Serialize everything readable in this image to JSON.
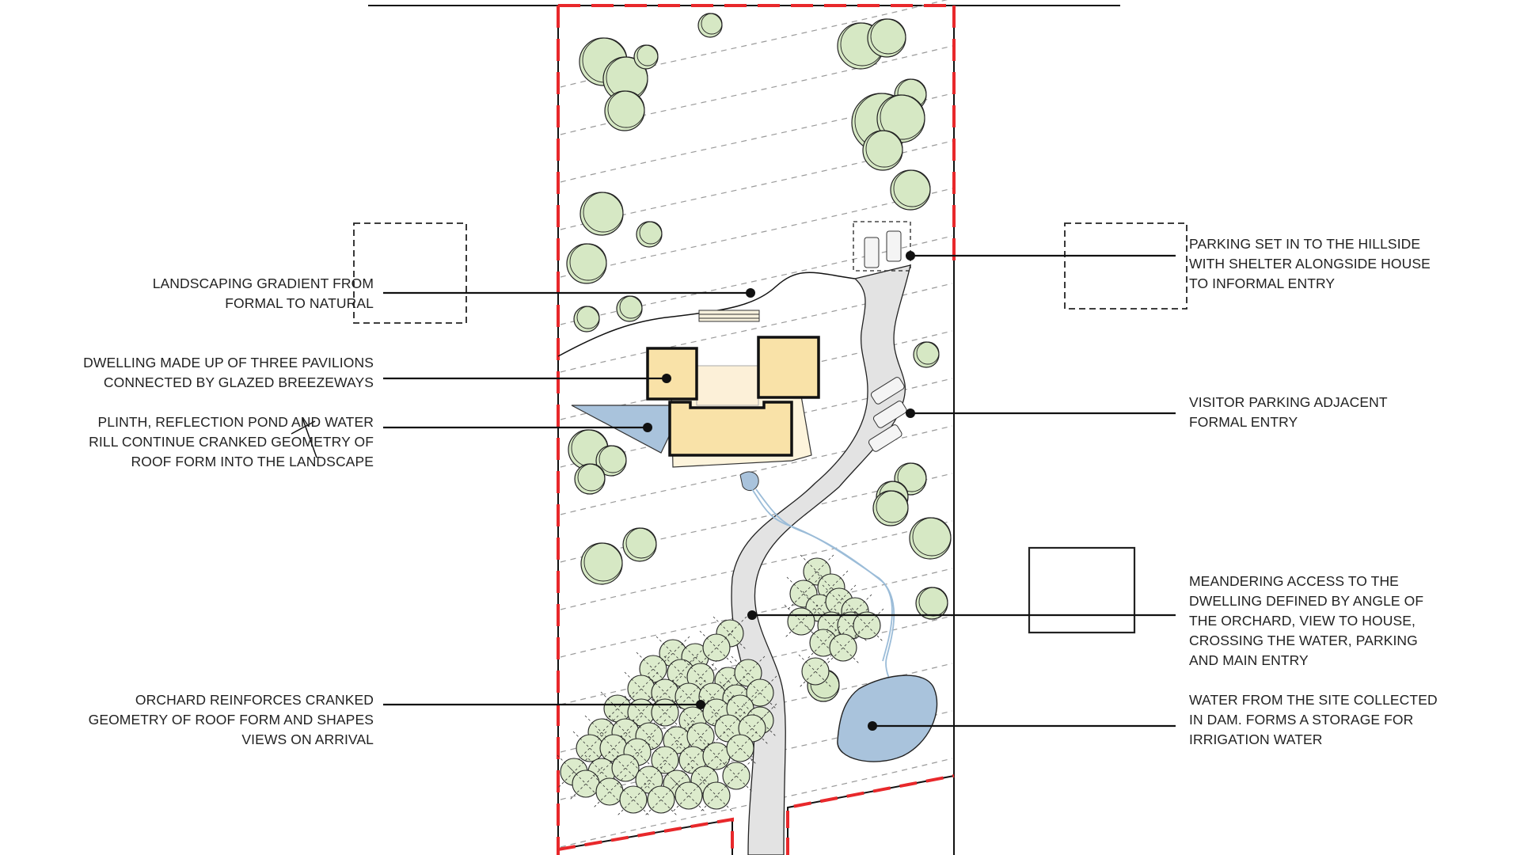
{
  "annotations": {
    "left": [
      {
        "id": "landscaping",
        "lines": [
          "LANDSCAPING GRADIENT FROM",
          "FORMAL TO  NATURAL"
        ]
      },
      {
        "id": "dwelling",
        "lines": [
          "DWELLING MADE UP OF THREE PAVILIONS",
          "CONNECTED BY GLAZED BREEZEWAYS"
        ]
      },
      {
        "id": "plinth",
        "lines": [
          "PLINTH, REFLECTION POND  AND WATER",
          "RILL CONTINUE CRANKED GEOMETRY OF",
          "ROOF FORM INTO THE LANDSCAPE"
        ]
      },
      {
        "id": "orchard",
        "lines": [
          "ORCHARD REINFORCES CRANKED",
          "GEOMETRY OF ROOF FORM AND SHAPES",
          "VIEWS ON ARRIVAL"
        ]
      }
    ],
    "right": [
      {
        "id": "parking",
        "lines": [
          "PARKING SET IN TO THE HILLSIDE",
          "WITH SHELTER ALONGSIDE HOUSE",
          "TO INFORMAL ENTRY"
        ]
      },
      {
        "id": "visitor",
        "lines": [
          "VISITOR PARKING ADJACENT",
          "FORMAL ENTRY"
        ]
      },
      {
        "id": "access",
        "lines": [
          "MEANDERING ACCESS TO THE",
          "DWELLING DEFINED BY ANGLE OF",
          "THE ORCHARD, VIEW TO HOUSE,",
          "CROSSING THE WATER, PARKING",
          "AND MAIN ENTRY"
        ]
      },
      {
        "id": "water",
        "lines": [
          "WATER FROM THE SITE COLLECTED",
          "IN DAM. FORMS A STORAGE FOR",
          "IRRIGATION WATER"
        ]
      }
    ]
  },
  "colors": {
    "boundary": "#e8282b",
    "tree_fill": "#d6e8c4",
    "orchard_fill": "#dcebcc",
    "building_fill": "#f9e2a8",
    "breezeway_fill": "#fcf0d8",
    "water_fill": "#a9c3dc",
    "rill": "#9bbcd8",
    "path_fill": "#e3e3e3",
    "contour": "#9a9a9a",
    "ink": "#111111"
  }
}
